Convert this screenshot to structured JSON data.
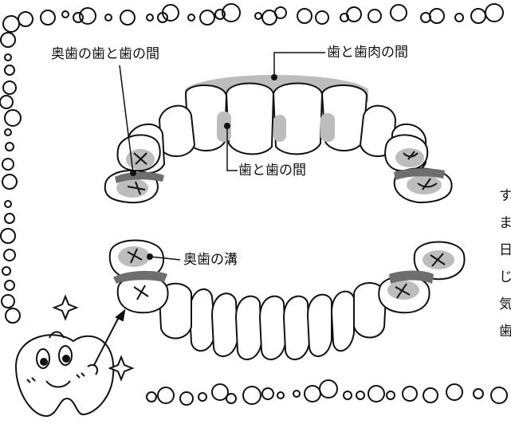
{
  "labels": {
    "interdental_back": "奥歯の歯と歯の間",
    "gum_line": "歯と歯肉の間",
    "interdental": "歯と歯の間",
    "molar_groove": "奥歯の溝"
  },
  "side_text": [
    "す",
    "ま",
    "日",
    "じ",
    "気",
    "歯"
  ],
  "colors": {
    "ink": "#111111",
    "shade_light": "#bdbdbd",
    "shade_dark": "#6e6e6e"
  },
  "icons": [
    "tooth-mascot-icon",
    "sparkle-icon",
    "bubble-border-icon"
  ]
}
